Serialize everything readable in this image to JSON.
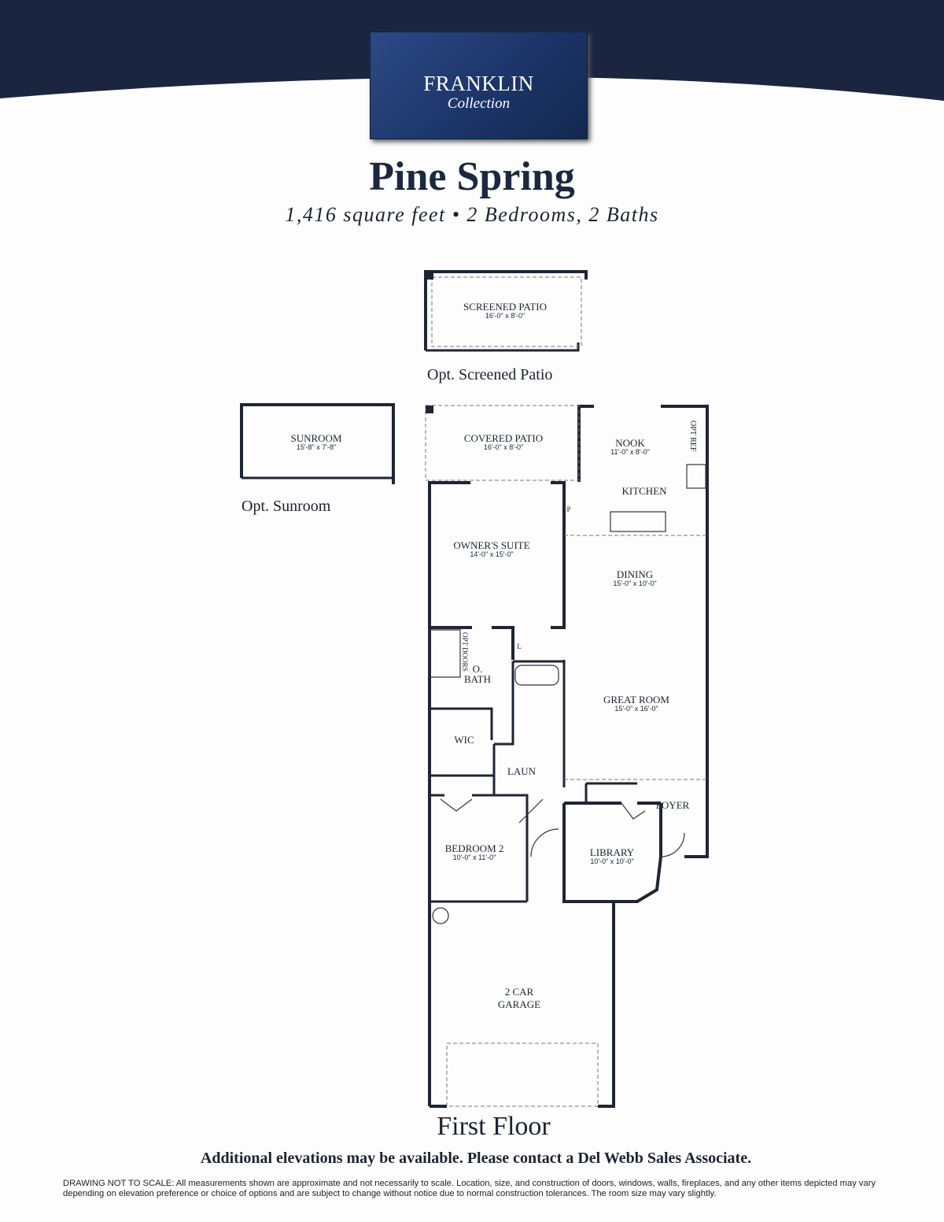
{
  "logo": {
    "name": "FRANKLIN",
    "collection": "Collection"
  },
  "title": "Pine Spring",
  "subtitle": "1,416 square feet • 2 Bedrooms, 2 Baths",
  "options": {
    "screened_patio_caption": "Opt. Screened Patio",
    "sunroom_caption": "Opt. Sunroom"
  },
  "rooms": {
    "screened_patio": {
      "name": "SCREENED PATIO",
      "dim": "16'-0\" x 8'-0\""
    },
    "sunroom": {
      "name": "SUNROOM",
      "dim": "15'-8\" x 7'-8\""
    },
    "covered_patio": {
      "name": "COVERED PATIO",
      "dim": "16'-0\" x 8'-0\""
    },
    "nook": {
      "name": "NOOK",
      "dim": "11'-0\" x 8'-0\""
    },
    "kitchen": {
      "name": "KITCHEN"
    },
    "opt_ref": "OPT REF",
    "pantry": "P",
    "owners_suite": {
      "name": "OWNER'S SUITE",
      "dim": "14'-0\" x 15'-0\""
    },
    "dining": {
      "name": "DINING",
      "dim": "15'-0\" x 10'-0\""
    },
    "opt_doors": "OPT DOORS",
    "o_bath": "O. BATH",
    "linen": "L",
    "great_room": {
      "name": "GREAT ROOM",
      "dim": "15'-0\" x 16'-0\""
    },
    "wic": "WIC",
    "laundry": "LAUN",
    "foyer": "FOYER",
    "bedroom2": {
      "name": "BEDROOM 2",
      "dim": "10'-0\" x 11'-0\""
    },
    "library": {
      "name": "LIBRARY",
      "dim": "10'-0\" x 10'-0\""
    },
    "garage": {
      "name": "2 CAR GARAGE"
    }
  },
  "floor_label": "First Floor",
  "note": "Additional elevations may be available. Please contact a Del Webb Sales Associate.",
  "disclaimer": "DRAWING NOT TO SCALE: All measurements shown are approximate and not necessarily to scale. Location, size, and construction of doors, windows, walls, fireplaces, and any other items depicted may vary depending on elevation preference or choice of options and are subject to change without notice due to normal construction tolerances. The room size may vary slightly.",
  "colors": {
    "banner": "#1a2540",
    "logo": "#1f3a73",
    "walls": "#1e2535"
  }
}
